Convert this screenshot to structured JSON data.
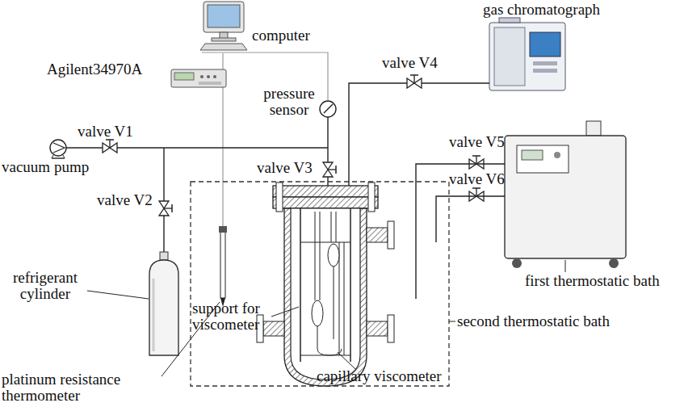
{
  "diagram": {
    "labels": [
      "gas chromatograph",
      "valve V4",
      "computer",
      "Agilent34970A",
      "pressure sensor",
      "valve V1",
      "vacuum pump",
      "valve V3",
      "valve V2",
      "refrigerant cylinder",
      "support for viscometer",
      "capillary viscometer",
      "valve V5",
      "valve V6",
      "first thermostatic bath",
      "second thermostatic bath",
      "platinum resistance thermometer"
    ]
  }
}
